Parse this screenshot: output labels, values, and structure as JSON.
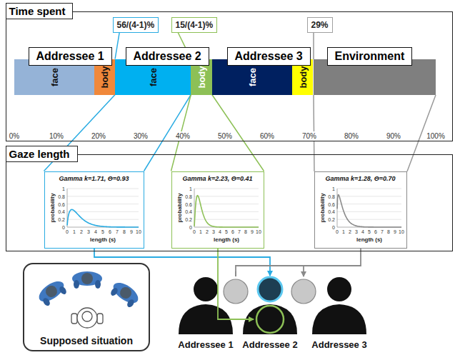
{
  "diagram": {
    "nodes": [
      {
        "text": [
          "Time spent"
        ]
      },
      {
        "text": [
          "Addressee 1"
        ],
        "in": 0
      },
      {
        "text": [
          "Addressee 2"
        ],
        "in": 0
      },
      {
        "text": [
          "Addressee 3"
        ],
        "in": 0
      },
      {
        "text": [
          "Environment"
        ],
        "in": 0
      },
      {
        "text": [
          "56/(4-1)%"
        ],
        "in": 0
      },
      {
        "text": [
          "15/(4-1)%"
        ],
        "in": 0
      },
      {
        "text": [
          "29%"
        ],
        "in": 0
      },
      {
        "text": [
          "face"
        ],
        "in": 0
      },
      {
        "text": [
          "body"
        ],
        "in": 0
      },
      {
        "text": [
          "face"
        ],
        "in": 0
      },
      {
        "text": [
          "body"
        ],
        "in": 0
      },
      {
        "text": [
          "face"
        ],
        "in": 0
      },
      {
        "text": [
          "body"
        ],
        "in": 0
      },
      {
        "text": [
          "Gaze length"
        ]
      },
      {
        "text": [
          "Gamma k=1.71, Θ=0.93"
        ],
        "in": 14
      },
      {
        "text": [
          "Gamma k=2.23, Θ=0.41"
        ],
        "in": 14
      },
      {
        "text": [
          "Gamma k=1.28, Θ=0.70"
        ],
        "in": 14
      },
      {
        "text": [
          "Supposed situation"
        ]
      }
    ],
    "edges": [
      {
        "from": 5,
        "to": 10,
        "arrow": "none"
      },
      {
        "from": 6,
        "to": 11,
        "arrow": "none"
      },
      {
        "from": 10,
        "to": 15,
        "arrow": "none"
      },
      {
        "from": 11,
        "to": 16,
        "arrow": "none"
      }
    ],
    "labels": [
      "0%",
      "10%",
      "20%",
      "30%",
      "40%",
      "50%",
      "60%",
      "70%",
      "80%",
      "90%",
      "100%",
      "1",
      "0.8",
      "0.6",
      "0.4",
      "0.2",
      "0",
      "0",
      "1",
      "2",
      "3",
      "4",
      "5",
      "6",
      "7",
      "8",
      "9",
      "10",
      "probability",
      "length (s)",
      "1",
      "0.8",
      "0.6",
      "0.4",
      "0.2",
      "0",
      "0",
      "1",
      "2",
      "3",
      "4",
      "5",
      "6",
      "7",
      "8",
      "9",
      "10",
      "probability",
      "length (s)",
      "1",
      "0.8",
      "0.6",
      "0.4",
      "0.2",
      "0",
      "0",
      "1",
      "2",
      "3",
      "4",
      "5",
      "6",
      "7",
      "8",
      "9",
      "10",
      "probability",
      "length (s)",
      "Addressee 1",
      "Addressee 2",
      "Addressee 3"
    ]
  }
}
